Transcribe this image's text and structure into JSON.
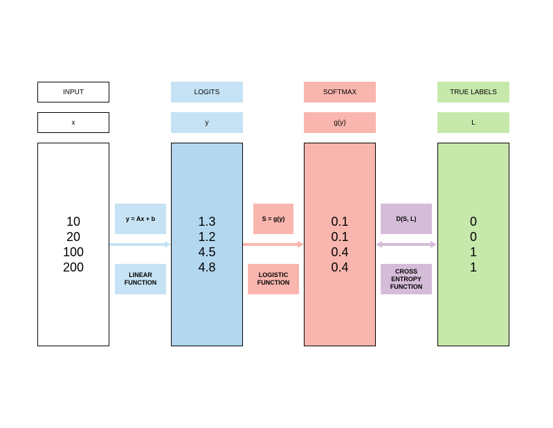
{
  "columns": {
    "input": {
      "header": "INPUT",
      "symbol": "x",
      "values": [
        "10",
        "20",
        "100",
        "200"
      ],
      "color": "#ffffff"
    },
    "logits": {
      "header": "LOGITS",
      "symbol": "y",
      "values": [
        "1.3",
        "1.2",
        "4.5",
        "4.8"
      ],
      "color": "#b3d7ef"
    },
    "softmax": {
      "header": "SOFTMAX",
      "symbol": "g(y)",
      "values": [
        "0.1",
        "0.1",
        "0.4",
        "0.4"
      ],
      "color": "#f9b6ae"
    },
    "labels": {
      "header": "TRUE LABELS",
      "symbol": "L",
      "values": [
        "0",
        "0",
        "1",
        "1"
      ],
      "color": "#c7e8ab"
    }
  },
  "transitions": {
    "linear": {
      "formula": "y = Ax + b",
      "name_lines": [
        "LINEAR",
        "FUNCTION"
      ]
    },
    "logistic": {
      "formula": "S = g(y)",
      "name_lines": [
        "LOGISTIC",
        "FUNCTION"
      ]
    },
    "cross": {
      "formula": "D(S, L)",
      "name_lines": [
        "CROSS",
        "ENTROPY",
        "FUNCTION"
      ]
    }
  },
  "colors": {
    "blue_arrow": "#c5e3f4",
    "red_arrow": "#f9b6ae",
    "purple_arrow": "#d5bcd8"
  }
}
